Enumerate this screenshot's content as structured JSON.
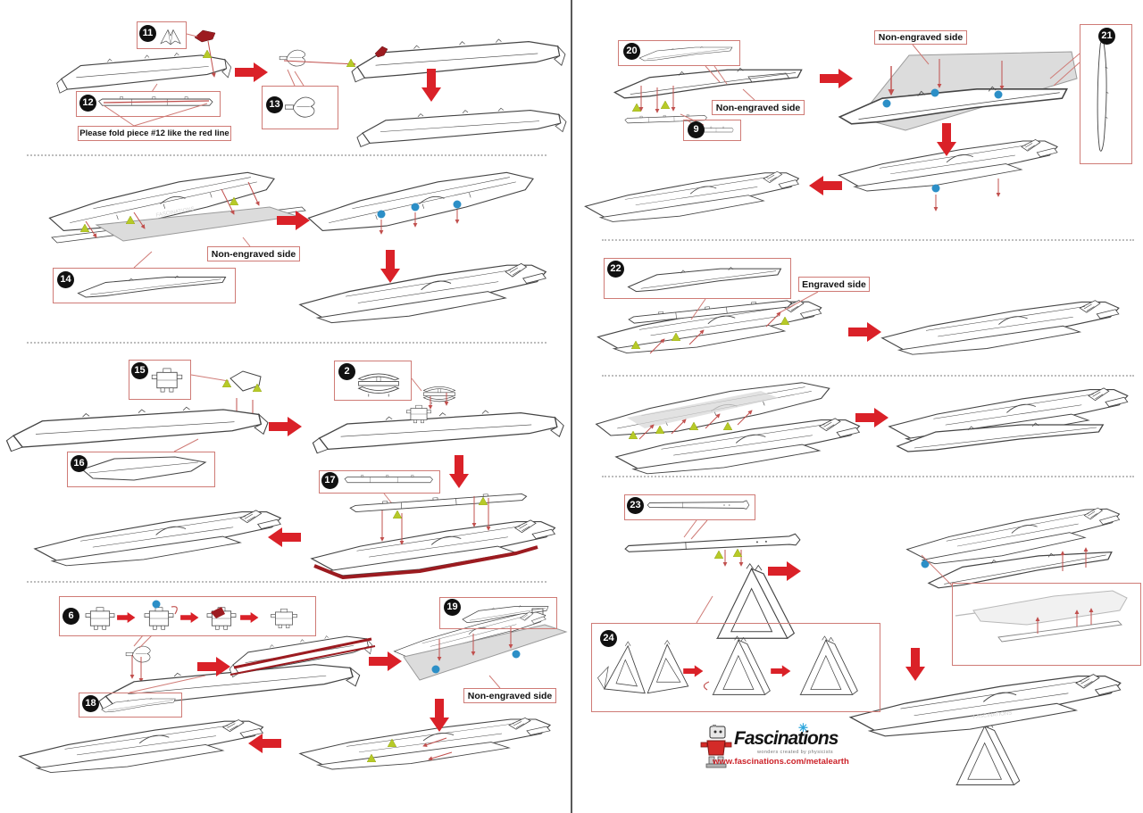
{
  "labels": {
    "fold_piece_12": "Please fold piece #12  like the red line",
    "non_engraved_side": "Non-engraved side",
    "engraved_side": "Engraved side"
  },
  "badges": {
    "n2": "2",
    "n6": "6",
    "n9": "9",
    "n11": "11",
    "n12": "12",
    "n13": "13",
    "n14": "14",
    "n15": "15",
    "n16": "16",
    "n17": "17",
    "n18": "18",
    "n19": "19",
    "n20": "20",
    "n21": "21",
    "n22": "22",
    "n23": "23",
    "n24": "24"
  },
  "logo": {
    "brand": "Fascinations",
    "sparkle": "✳",
    "tagline": "wonders created by physicists",
    "url": "www.fascinations.com/metalearth"
  },
  "watermark": "FASCINATIONS",
  "colors": {
    "arrow_red": "#da2128",
    "callout_red": "#cf7b76",
    "pin_red": "#c1504e",
    "fold_dark_red": "#9c1b20",
    "tab_green": "#b7ca28",
    "rivet_blue": "#2c8fc7",
    "panel_gray": "#dcdcdc",
    "line_ink": "#444444"
  }
}
